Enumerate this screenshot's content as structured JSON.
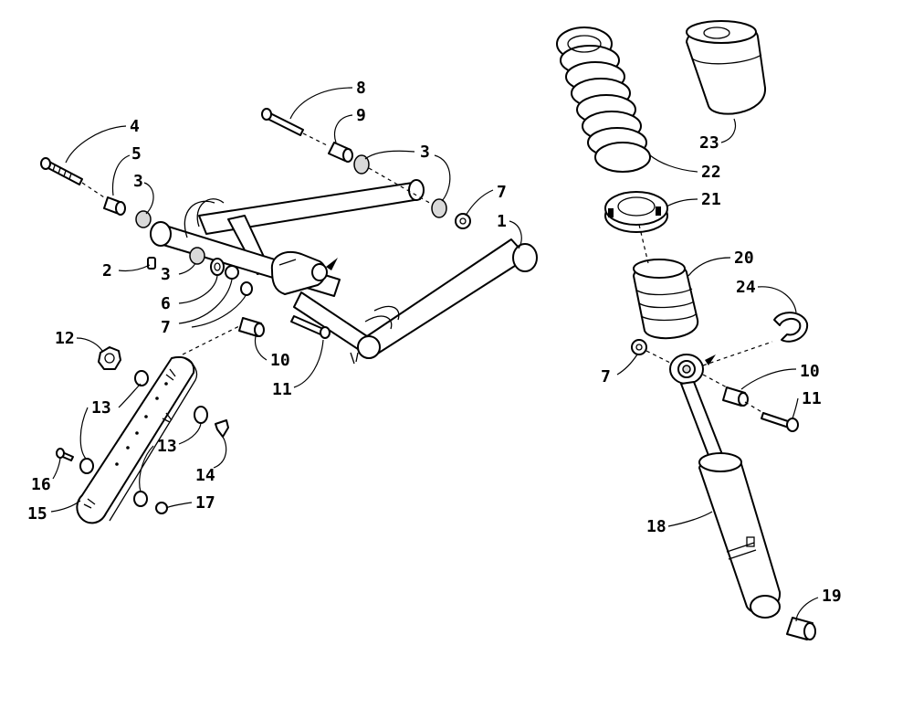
{
  "diagram": {
    "type": "exploded-parts-diagram",
    "callouts": [
      {
        "id": "c1",
        "text": "1"
      },
      {
        "id": "c2",
        "text": "2"
      },
      {
        "id": "c3a",
        "text": "3"
      },
      {
        "id": "c3b",
        "text": "3"
      },
      {
        "id": "c3c",
        "text": "3"
      },
      {
        "id": "c4",
        "text": "4"
      },
      {
        "id": "c5",
        "text": "5"
      },
      {
        "id": "c6",
        "text": "6"
      },
      {
        "id": "c7a",
        "text": "7"
      },
      {
        "id": "c7b",
        "text": "7"
      },
      {
        "id": "c7c",
        "text": "7"
      },
      {
        "id": "c8",
        "text": "8"
      },
      {
        "id": "c9",
        "text": "9"
      },
      {
        "id": "c10a",
        "text": "10"
      },
      {
        "id": "c10b",
        "text": "10"
      },
      {
        "id": "c11a",
        "text": "11"
      },
      {
        "id": "c11b",
        "text": "11"
      },
      {
        "id": "c12",
        "text": "12"
      },
      {
        "id": "c13a",
        "text": "13"
      },
      {
        "id": "c13b",
        "text": "13"
      },
      {
        "id": "c14",
        "text": "14"
      },
      {
        "id": "c15",
        "text": "15"
      },
      {
        "id": "c16",
        "text": "16"
      },
      {
        "id": "c17",
        "text": "17"
      },
      {
        "id": "c18",
        "text": "18"
      },
      {
        "id": "c19",
        "text": "19"
      },
      {
        "id": "c20",
        "text": "20"
      },
      {
        "id": "c21",
        "text": "21"
      },
      {
        "id": "c22",
        "text": "22"
      },
      {
        "id": "c23",
        "text": "23"
      },
      {
        "id": "c24",
        "text": "24"
      }
    ]
  }
}
